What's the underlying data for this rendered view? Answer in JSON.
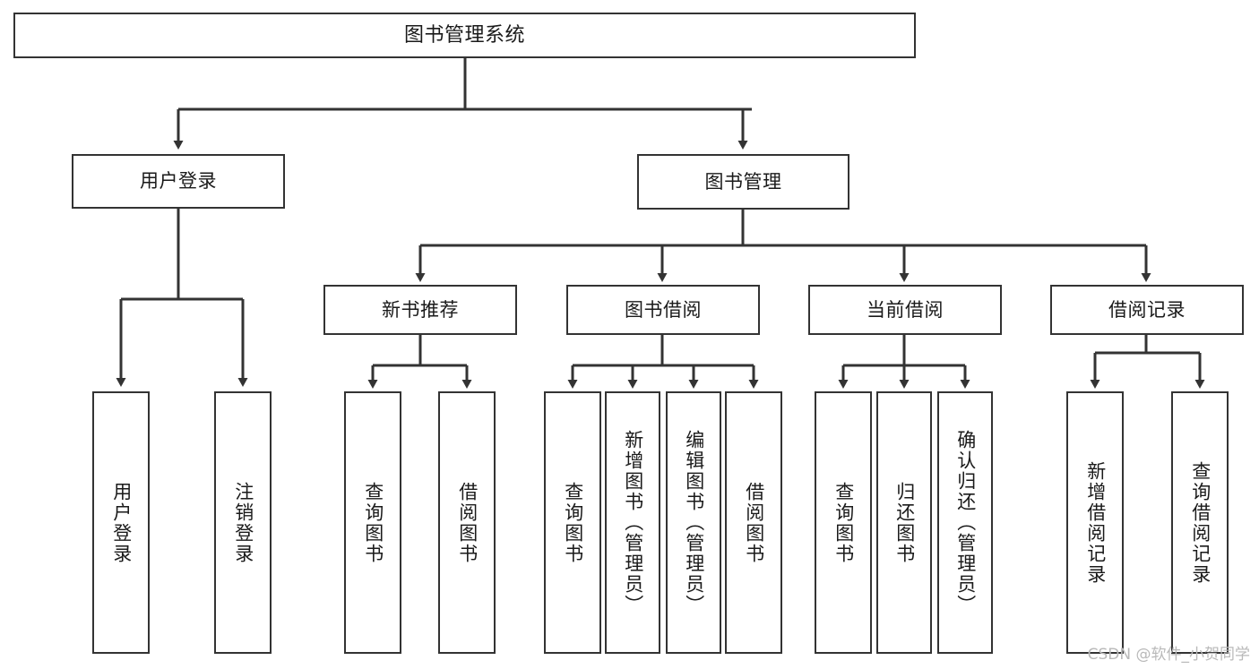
{
  "diagram": {
    "title": "图书管理系统",
    "type": "tree-hierarchy-chart",
    "background_color": "#ffffff",
    "line_color": "#333333",
    "box_border_color": "#333333",
    "box_fill_color": "#ffffff",
    "text_color": "#1a1a1a"
  },
  "root": {
    "label": "图书管理系统"
  },
  "level2": [
    {
      "label": "用户登录"
    },
    {
      "label": "图书管理"
    }
  ],
  "level3": [
    {
      "label": "新书推荐"
    },
    {
      "label": "图书借阅"
    },
    {
      "label": "当前借阅"
    },
    {
      "label": "借阅记录"
    }
  ],
  "leaves": {
    "user_login": [
      {
        "label": "用户登录"
      },
      {
        "label": "注销登录"
      }
    ],
    "new_book_recommend": [
      {
        "label": "查询图书"
      },
      {
        "label": "借阅图书"
      }
    ],
    "book_borrow": [
      {
        "label": "查询图书"
      },
      {
        "label": "新增图书（管理员）"
      },
      {
        "label": "编辑图书（管理员）"
      },
      {
        "label": "借阅图书"
      }
    ],
    "current_borrow": [
      {
        "label": "查询图书"
      },
      {
        "label": "归还图书"
      },
      {
        "label": "确认归还（管理员）"
      }
    ],
    "borrow_record": [
      {
        "label": "新增借阅记录"
      },
      {
        "label": "查询借阅记录"
      }
    ]
  },
  "watermark": {
    "text": "CSDN @软件_小贺同学"
  }
}
